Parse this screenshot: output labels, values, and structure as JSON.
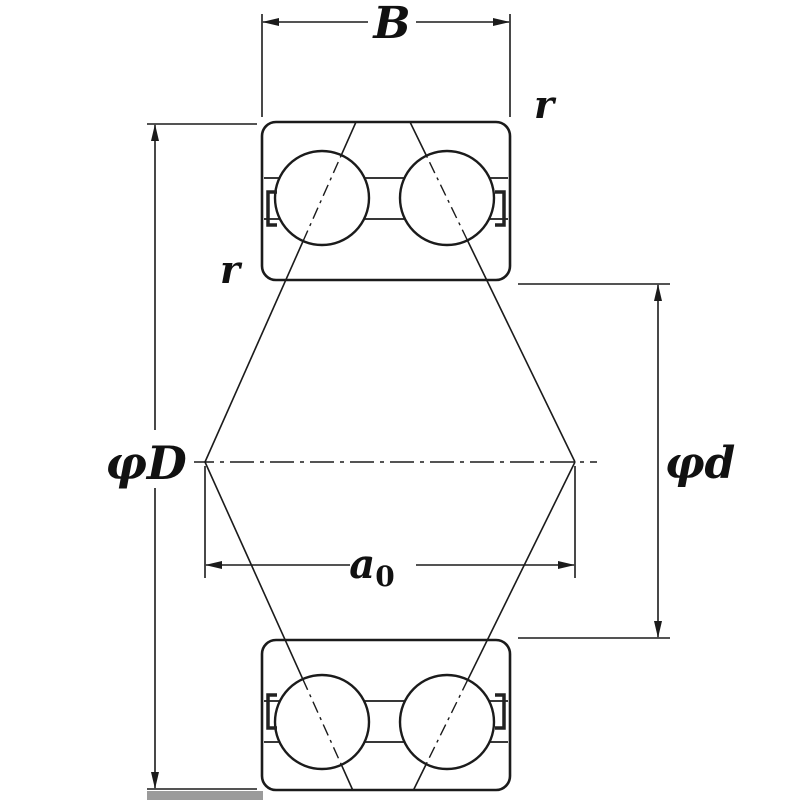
{
  "diagram": {
    "type": "double-row-angular-contact-ball-bearing-cross-section",
    "labels": {
      "width": "B",
      "outer_diameter": "φD",
      "inner_diameter": "φd",
      "load_center_distance_base": "a",
      "load_center_distance_sub": "0",
      "corner_radius_top_right": "r",
      "corner_radius_left": "r"
    },
    "colors": {
      "background": "#ffffff",
      "bearing_fill": "#d7eaf6",
      "line": "#1b1b1b",
      "bottom_bar": "#9b9b9b"
    }
  }
}
